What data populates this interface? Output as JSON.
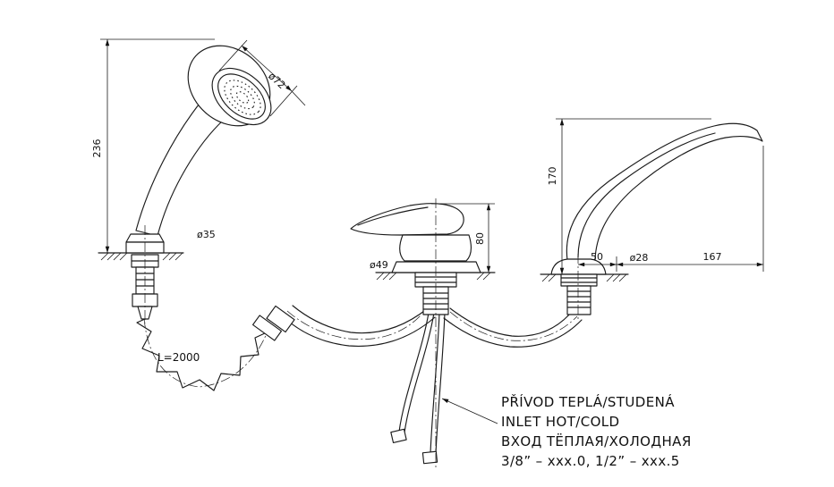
{
  "dimensions": {
    "shower_height": "236",
    "shower_head_diameter": "ø72",
    "shower_base_diameter": "ø35",
    "hose_length": "L=2000",
    "mixer_height": "80",
    "mixer_base_diameter": "ø49",
    "spout_height": "170",
    "spout_offset": "50",
    "spout_reach": "167",
    "spout_base_diameter": "ø28"
  },
  "notes": {
    "line1": "PŘÍVOD TEPLÁ/STUDENÁ",
    "line2": "INLET HOT/COLD",
    "line3": "ВХОД ТЁПЛАЯ/ХОЛОДНАЯ",
    "line4": "3/8” – xxx.0, 1/2” – xxx.5"
  }
}
